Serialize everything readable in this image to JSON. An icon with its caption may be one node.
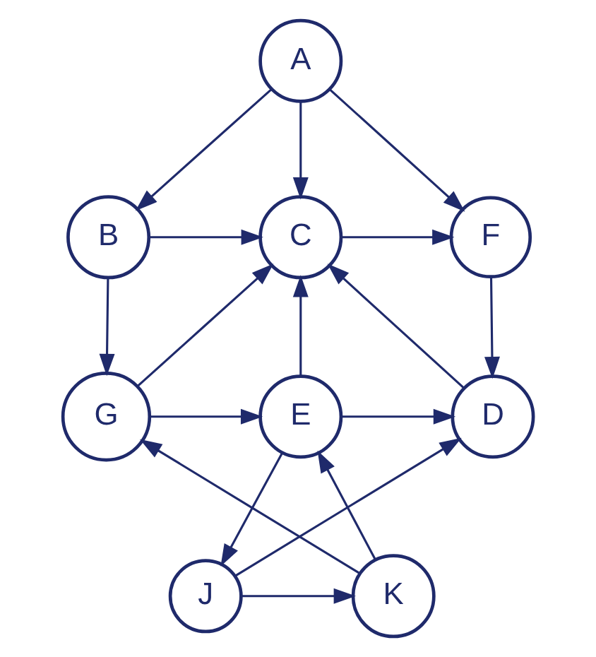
{
  "diagram": {
    "nodes": [
      {
        "text": [
          "A"
        ]
      },
      {
        "text": [
          "F"
        ]
      },
      {
        "text": [
          "C"
        ]
      },
      {
        "text": [
          "B"
        ]
      },
      {
        "text": [
          "D"
        ]
      },
      {
        "text": [
          "E"
        ]
      },
      {
        "text": [
          "G"
        ]
      },
      {
        "text": [
          "J"
        ]
      },
      {
        "text": [
          "K"
        ]
      }
    ],
    "edges": [
      {
        "from": 0,
        "to": 1,
        "arrow": "to"
      },
      {
        "from": 0,
        "to": 2,
        "arrow": "to"
      },
      {
        "from": 0,
        "to": 3,
        "arrow": "to"
      },
      {
        "from": 2,
        "to": 1,
        "arrow": "to"
      },
      {
        "from": 3,
        "to": 2,
        "arrow": "to"
      },
      {
        "from": 1,
        "to": 4,
        "arrow": "to"
      },
      {
        "from": 4,
        "to": 2,
        "arrow": "to"
      },
      {
        "from": 5,
        "to": 2,
        "arrow": "to"
      },
      {
        "from": 6,
        "to": 2,
        "arrow": "to"
      },
      {
        "from": 3,
        "to": 6,
        "arrow": "to"
      },
      {
        "from": 5,
        "to": 4,
        "arrow": "to"
      },
      {
        "from": 6,
        "to": 5,
        "arrow": "to"
      },
      {
        "from": 7,
        "to": 4,
        "arrow": "to"
      },
      {
        "from": 5,
        "to": 7,
        "arrow": "to"
      },
      {
        "from": 8,
        "to": 5,
        "arrow": "to"
      },
      {
        "from": 7,
        "to": 8,
        "arrow": "to"
      },
      {
        "from": 8,
        "to": 6,
        "arrow": "to"
      }
    ]
  }
}
